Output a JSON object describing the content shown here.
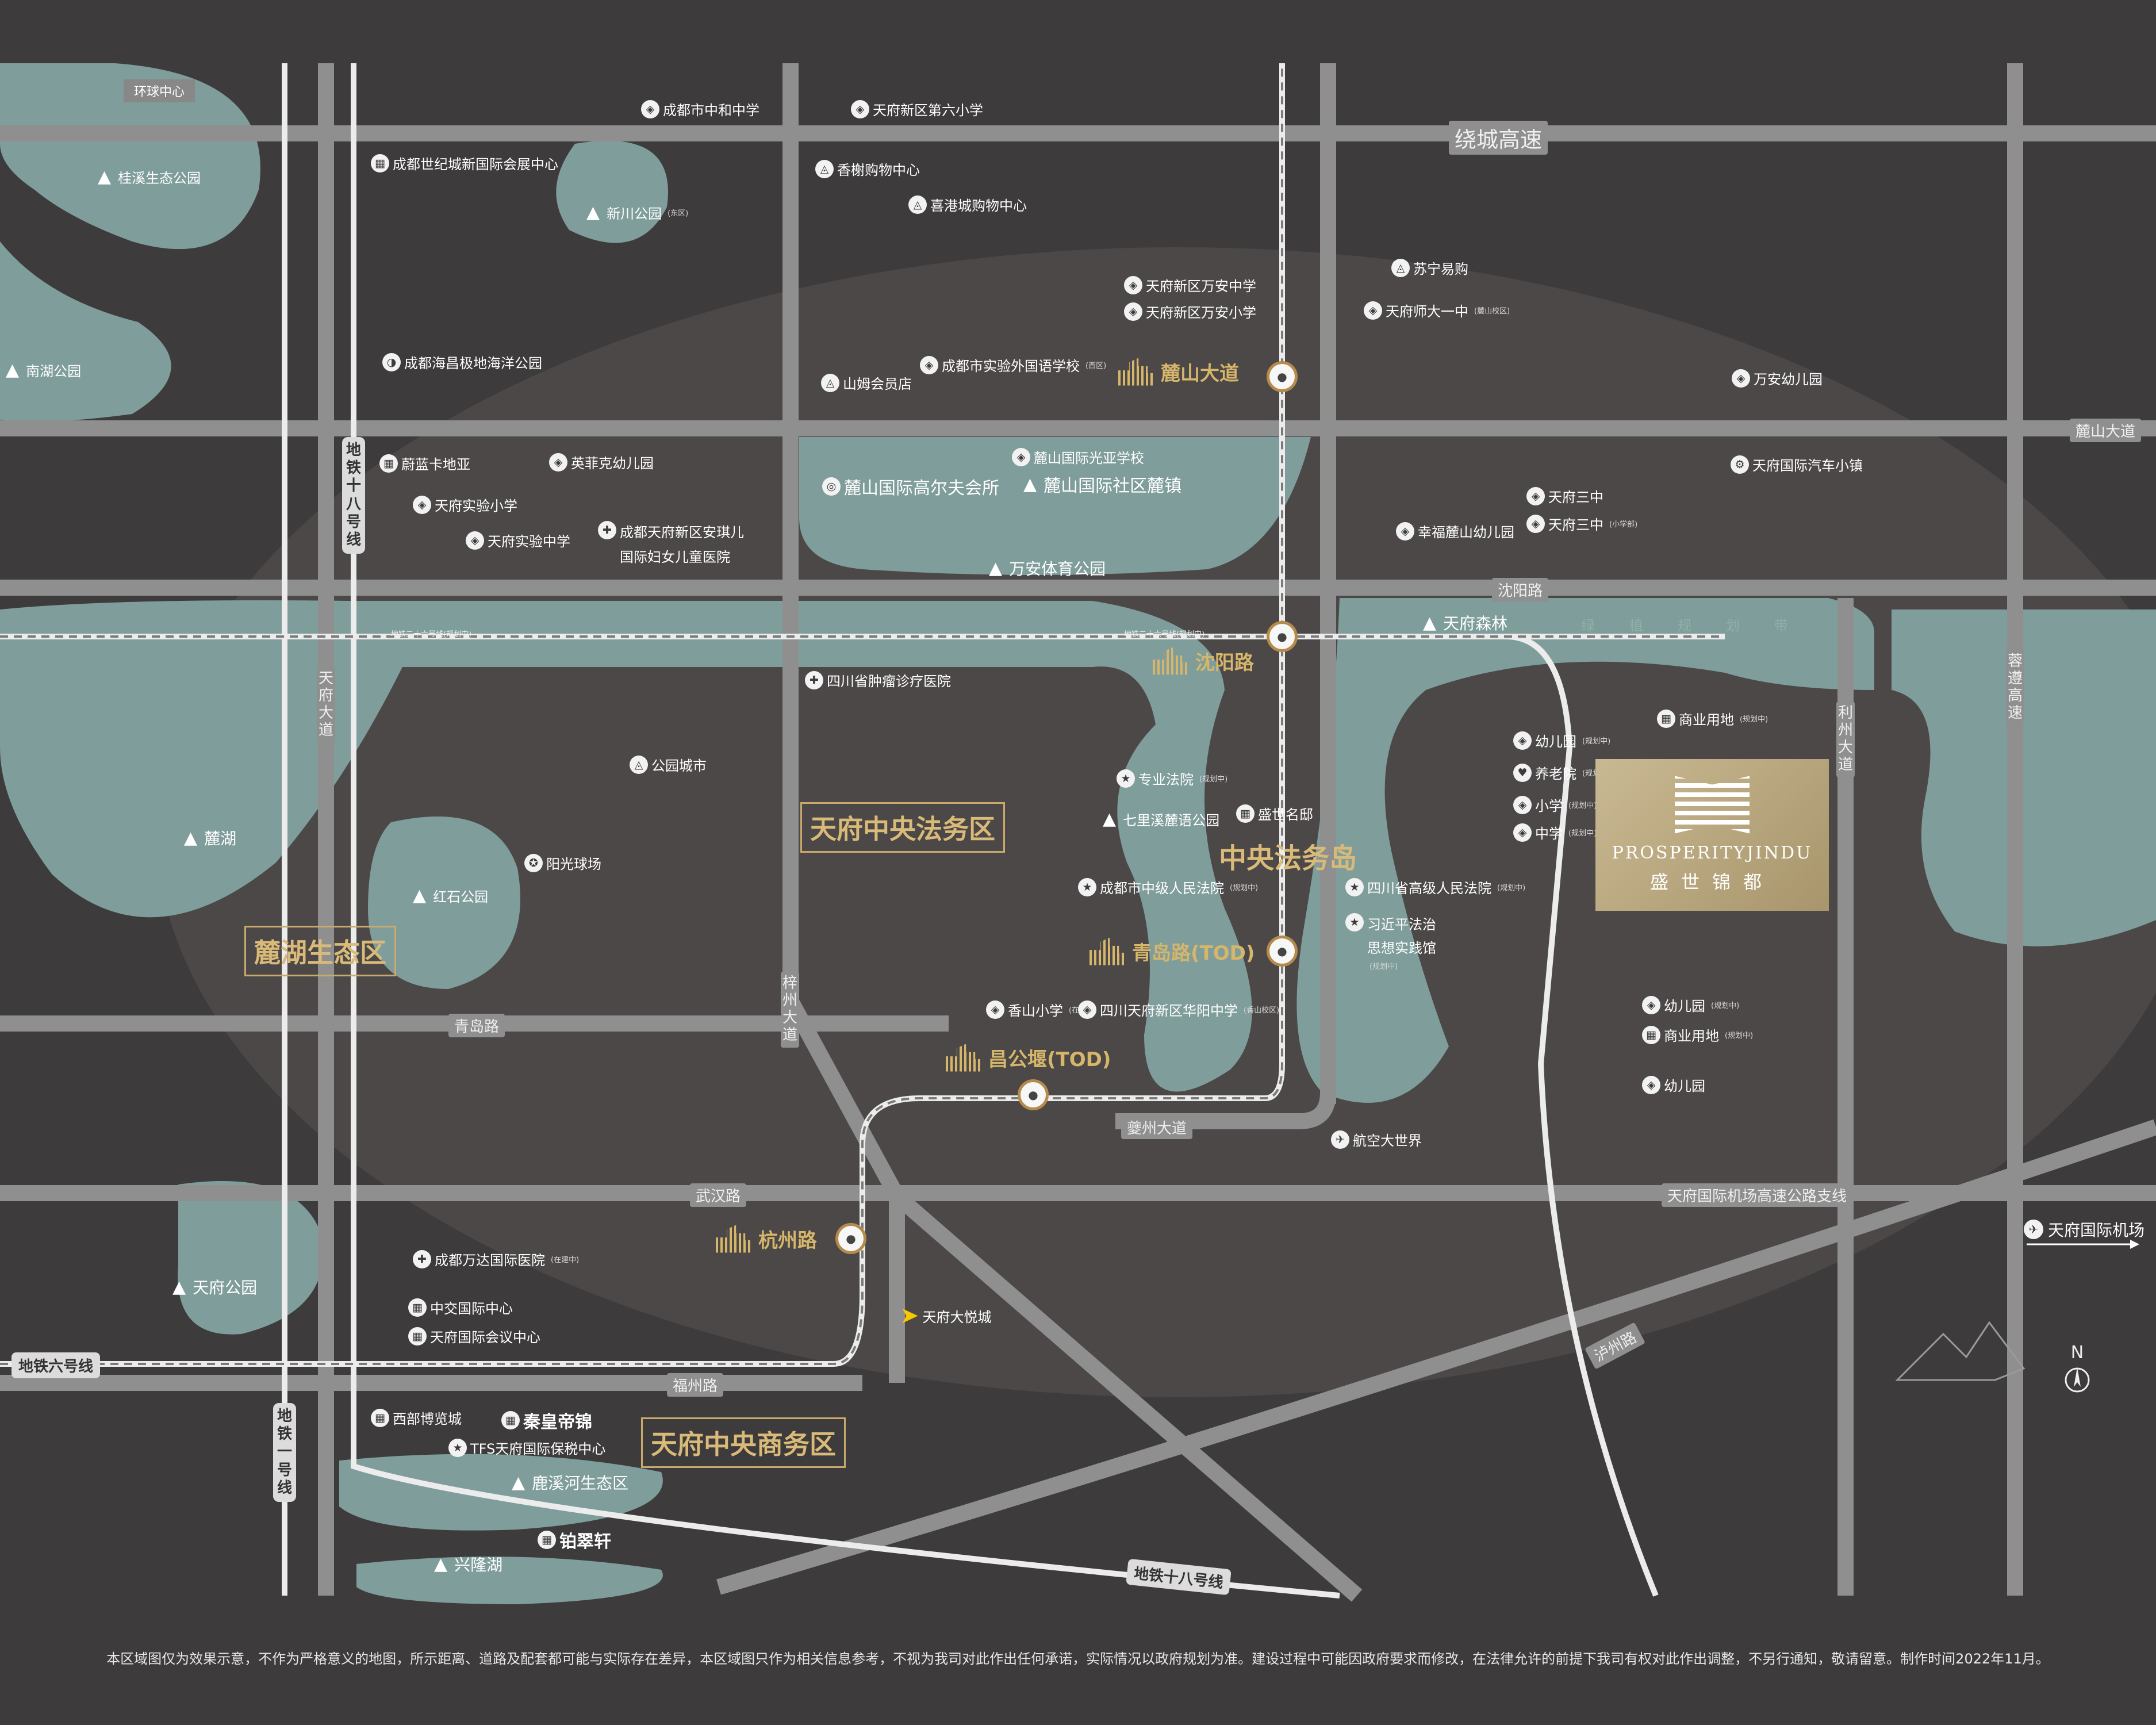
{
  "colors": {
    "background": "#3d3b3c",
    "water": "#7f9d9b",
    "road": "#8f8f8f",
    "metro": "#ececec",
    "gold": "#d6b66a",
    "project": "#b9a57e"
  },
  "top_pois": {
    "huanqiu": "环球中心",
    "zhonghe": "成都市中和中学",
    "tianfu6": "天府新区第六小学",
    "guixi": "桂溪生态公园",
    "shijicheng": "成都世纪城新国际会展中心",
    "xinchuan": "新川公园",
    "xinchuan_sub": "(东区)",
    "xiangxie": "香榭购物中心",
    "xigang": "喜港城购物中心",
    "suning": "苏宁易购",
    "wanan_mid": "天府新区万安中学",
    "wanan_pri": "天府新区万安小学",
    "shida": "天府师大一中",
    "shida_sub": "(麓山校区)",
    "nanhu": "南湖公园",
    "haichang": "成都海昌极地海洋公园",
    "shiwai": "成都市实验外国语学校",
    "shiwai_sub": "(西区)",
    "shanmu": "山姆会员店",
    "wanan_kg": "万安幼儿园"
  },
  "mid_pois": {
    "weilan": "蔚蓝卡地亚",
    "yingfei": "英菲克幼儿园",
    "lushan_guangya": "麓山国际光亚学校",
    "golf": "麓山国际高尔夫会所",
    "lushan_town": "麓山国际社区麓镇",
    "car_town": "天府国际汽车小镇",
    "tianfu3": "天府三中",
    "tianfu3b": "天府三中",
    "tianfu3b_sub": "(小学部)",
    "xingfu": "幸福麓山幼儿园",
    "shiyan_pri": "天府实验小学",
    "shiyan_mid": "天府实验中学",
    "anqier_1": "成都天府新区安琪儿",
    "anqier_2": "国际妇女儿童医院",
    "wanan_sport": "万安体育公园",
    "senlin": "天府森林",
    "green_belt": "绿植规划带",
    "cancer": "四川省肿瘤诊疗医院",
    "gongyuan": "公园城市",
    "court_special": "专业法院",
    "court_special_sub": "(规划中)",
    "qili": "七里溪麓语公园",
    "shengshi": "盛世名邸",
    "mid_court": "成都市中级人民法院",
    "mid_court_sub": "(规划中)",
    "high_court": "四川省高级人民法院",
    "high_court_sub": "(规划中)",
    "xi_1": "习近平法治",
    "xi_2": "思想实践馆",
    "xi_sub": "(规划中)",
    "luhu": "麓湖",
    "yangguang": "阳光球场",
    "hongshi": "红石公园",
    "xiangshan": "香山小学",
    "xiangshan_sub": "(在建中)",
    "huayang": "四川天府新区华阳中学",
    "huayang_sub": "(香山校区)",
    "hangkong": "航空大世界"
  },
  "right_pois": {
    "kg1": "幼儿园",
    "kg1_sub": "(规划中)",
    "yanglao": "养老院",
    "yanglao_sub": "(规划中)",
    "xiaoxue": "小学",
    "xiaoxue_sub": "(规划中)",
    "zhongxue": "中学",
    "zhongxue_sub": "(规划中)",
    "shangye1": "商业用地",
    "shangye1_sub": "(规划中)",
    "kg2": "幼儿园",
    "kg2_sub": "(规划中)",
    "shangye2": "商业用地",
    "shangye2_sub": "(规划中)",
    "kg3": "幼儿园"
  },
  "bottom_pois": {
    "wanda": "成都万达国际医院",
    "wanda_sub": "(在建中)",
    "zhongjiao": "中交国际中心",
    "huiyi": "天府国际会议中心",
    "tianfu_park": "天府公园",
    "dayuecheng": "天府大悦城",
    "xibu": "西部博览城",
    "qinhuang": "秦皇帝锦",
    "tfs": "TFS天府国际保税中心",
    "luxi": "鹿溪河生态区",
    "bocuixuan": "铂翠轩",
    "xinglong": "兴隆湖",
    "airport": "天府国际机场"
  },
  "roads": {
    "raocheng": "绕城高速",
    "lushan_ave": "麓山大道",
    "shenyang": "沈阳路",
    "qingdao": "青岛路",
    "wuhan": "武汉路",
    "fuzhou": "福州路",
    "kuizhou": "夔州大道",
    "airport_branch": "天府国际机场高速公路支线",
    "tianfu_ave": "天府大道",
    "zitong": "梓州大道",
    "lizhou": "利州大道",
    "rongzun": "蓉遵高速",
    "luzhou": "泸州路"
  },
  "metro": {
    "line18": "地铁十八号线",
    "line6": "地铁六号线",
    "line1": "地铁一号线",
    "line26a": "地铁二十六号线(规划中)",
    "line26b": "地铁二十六号线(规划中)",
    "line18_bottom": "地铁十八号线"
  },
  "stations": {
    "lushan": "麓山大道",
    "shenyang": "沈阳路",
    "qingdao": "青岛路(TOD)",
    "changgongyan": "昌公堰(TOD)",
    "hangzhou": "杭州路"
  },
  "zones": {
    "legal": "天府中央法务区",
    "legal_island": "中央法务岛",
    "luhu_eco": "麓湖生态区",
    "cbd": "天府中央商务区"
  },
  "project": {
    "name_en": "PROSPERITYJINDU",
    "name_cn": "盛世锦都"
  },
  "compass": "N",
  "disclaimer": "本区域图仅为效果示意，不作为严格意义的地图，所示距离、道路及配套都可能与实际存在差异，本区域图只作为相关信息参考，不视为我司对此作出任何承诺，实际情况以政府规划为准。建设过程中可能因政府要求而修改，在法律允许的前提下我司有权对此作出调整，不另行通知，敬请留意。制作时间2022年11月。"
}
